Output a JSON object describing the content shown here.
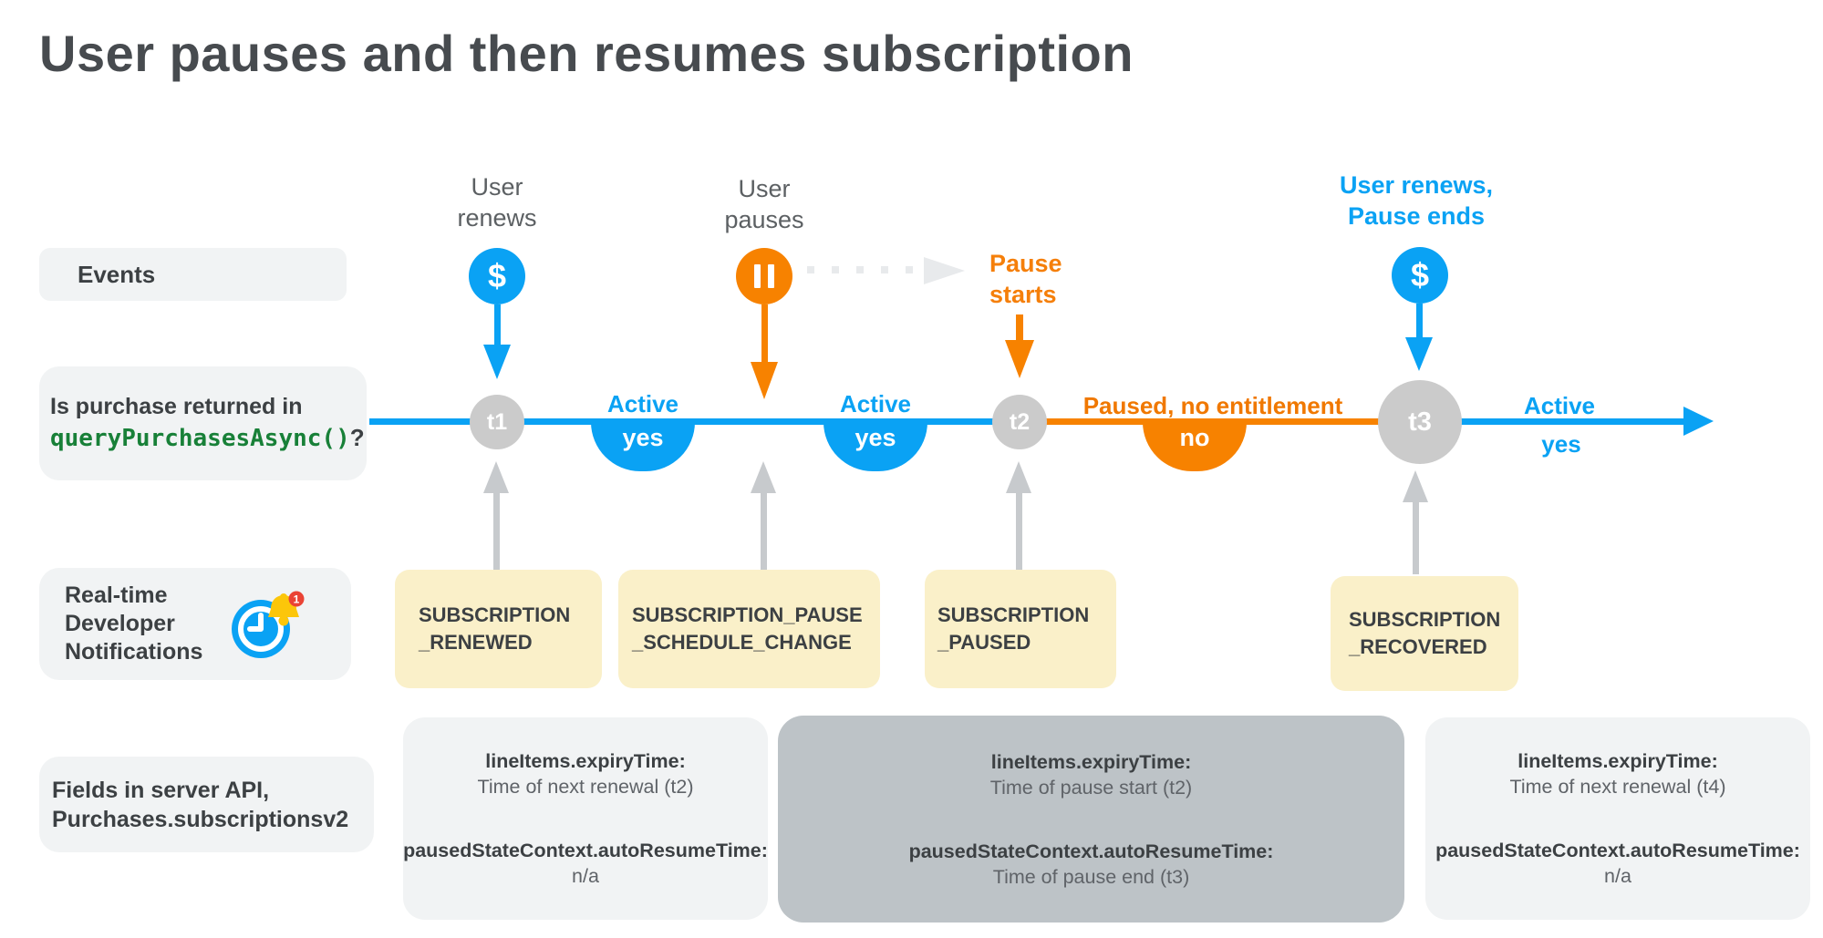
{
  "title": "User pauses and then resumes subscription",
  "colors": {
    "blue": "#0AA2F4",
    "orange": "#F78200",
    "green_code": "#188038",
    "node_gray": "#CBCBCB",
    "notification_yellow": "#FAF0C9",
    "box_light_gray": "#F1F3F4",
    "box_dark_gray": "#BDC3C7"
  },
  "row_labels": {
    "events": "Events",
    "purchase_question": {
      "line1": "Is purchase returned in",
      "code": "queryPurchasesAsync()",
      "suffix": "?"
    },
    "rtdn": "Real-time\nDeveloper\nNotifications",
    "rtdn_badge": "1",
    "fields": "Fields in server API,\nPurchases.subscriptionsv2"
  },
  "events": {
    "renew1": {
      "label": "User\nrenews",
      "glyph": "$"
    },
    "pause": {
      "label": "User\npauses"
    },
    "pause_starts": {
      "label": "Pause\nstarts"
    },
    "renew2": {
      "label": "User renews,\nPause ends",
      "glyph": "$"
    }
  },
  "timeline": {
    "nodes": [
      {
        "id": "t1"
      },
      {
        "id": "t2"
      },
      {
        "id": "t3"
      }
    ],
    "segments": [
      {
        "status": "Active",
        "answer": "yes"
      },
      {
        "status": "Active",
        "answer": "yes"
      },
      {
        "status": "Paused, no entitlement",
        "answer": "no"
      },
      {
        "status": "Active",
        "answer": "yes"
      }
    ]
  },
  "notifications": [
    {
      "label": "SUBSCRIPTION\n_RENEWED"
    },
    {
      "label": "SUBSCRIPTION_PAUSE\n_SCHEDULE_CHANGE"
    },
    {
      "label": "SUBSCRIPTION\n_PAUSED"
    },
    {
      "label": "SUBSCRIPTION\n_RECOVERED"
    }
  ],
  "api_fields": [
    {
      "rows": [
        {
          "key": "lineItems.expiryTime:",
          "value": "Time of next renewal (t2)"
        },
        {
          "key": "pausedStateContext.autoResumeTime:",
          "value": "n/a"
        }
      ]
    },
    {
      "rows": [
        {
          "key": "lineItems.expiryTime:",
          "value": "Time of pause start (t2)"
        },
        {
          "key": "pausedStateContext.autoResumeTime:",
          "value": "Time of pause end (t3)"
        }
      ]
    },
    {
      "rows": [
        {
          "key": "lineItems.expiryTime:",
          "value": "Time of next renewal (t4)"
        },
        {
          "key": "pausedStateContext.autoResumeTime:",
          "value": "n/a"
        }
      ]
    }
  ]
}
